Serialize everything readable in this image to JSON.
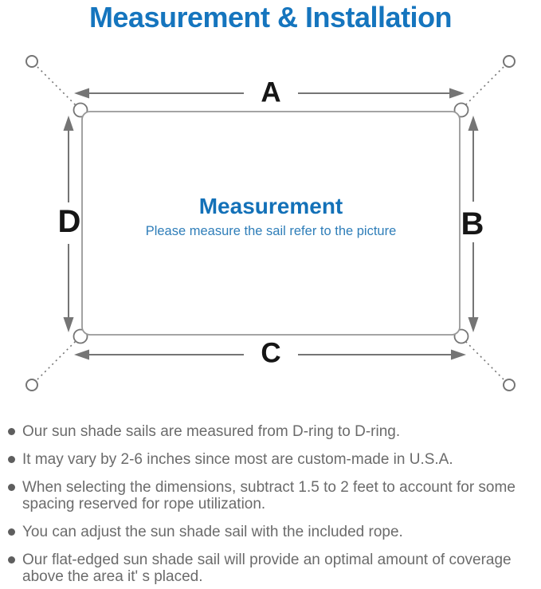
{
  "title": "Measurement & Installation",
  "diagram": {
    "center_title": "Measurement",
    "center_subtitle": "Please measure the sail refer to the picture",
    "labels": {
      "top": "A",
      "right": "B",
      "bottom": "C",
      "left": "D"
    }
  },
  "bullets": [
    "Our sun shade sails are measured from D-ring to D-ring.",
    "It may vary by 2-6 inches since most are custom-made in U.S.A.",
    "When selecting the dimensions, subtract 1.5 to 2 feet to account for some spacing reserved for rope utilization.",
    "You can adjust the sun shade sail with the included rope.",
    "Our flat-edged sun shade sail will provide an optimal amount of coverage above the area it' s placed."
  ],
  "colors": {
    "title_blue": "#1575BE",
    "center_blue": "#1371B8",
    "subtitle_blue": "#2F7EB9",
    "line_gray": "#757575",
    "border_gray": "#989898",
    "label_black": "#161616",
    "text_gray": "#6B6B6B",
    "dot_gray": "#5E5E5E",
    "bg": "#FFFFFF"
  }
}
